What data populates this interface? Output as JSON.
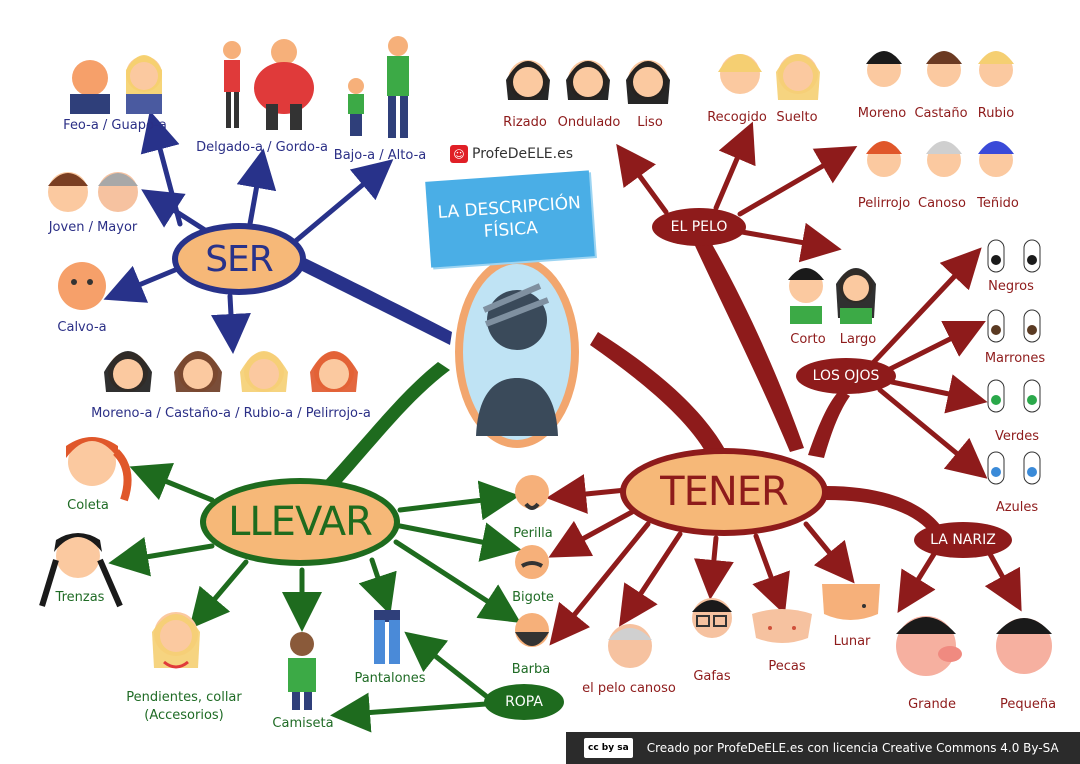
{
  "title": "LA DESCRIPCIÓN FÍSICA",
  "brand": "ProfeDeELE.es",
  "footer": "Creado por ProfeDeELE.es con licencia Creative Commons 4.0 By-SA",
  "cc_badge": "cc by sa",
  "colors": {
    "ser": "#28328a",
    "llevar": "#1e6b1e",
    "tener": "#8e1b1b",
    "oval_fill": "#f6b878",
    "title_box": "#4aaee6"
  },
  "ser": {
    "label": "SER",
    "items": [
      "Feo-a / Guapo-a",
      "Delgado-a / Gordo-a",
      "Bajo-a / Alto-a",
      "Joven / Mayor",
      "Calvo-a",
      "Moreno-a / Castaño-a / Rubio-a / Pelirrojo-a"
    ]
  },
  "llevar": {
    "label": "LLEVAR",
    "items": [
      "Coleta",
      "Trenzas",
      "Pendientes, collar",
      "(Accesorios)",
      "Camiseta",
      "Pantalones"
    ],
    "ropa": "ROPA"
  },
  "tener": {
    "label": "TENER",
    "pelo": {
      "label": "EL PELO",
      "forma": [
        "Rizado",
        "Ondulado",
        "Liso"
      ],
      "peinado": [
        "Recogido",
        "Suelto"
      ],
      "color": [
        "Moreno",
        "Castaño",
        "Rubio",
        "Pelirrojo",
        "Canoso",
        "Teñido"
      ],
      "largo": [
        "Corto",
        "Largo"
      ]
    },
    "ojos": {
      "label": "LOS OJOS",
      "items": [
        "Negros",
        "Marrones",
        "Verdes",
        "Azules"
      ]
    },
    "nariz": {
      "label": "LA NARIZ",
      "items": [
        "Grande",
        "Pequeña"
      ]
    },
    "cara": [
      "Perilla",
      "Bigote",
      "Barba",
      "el pelo canoso",
      "Gafas",
      "Pecas",
      "Lunar"
    ]
  }
}
